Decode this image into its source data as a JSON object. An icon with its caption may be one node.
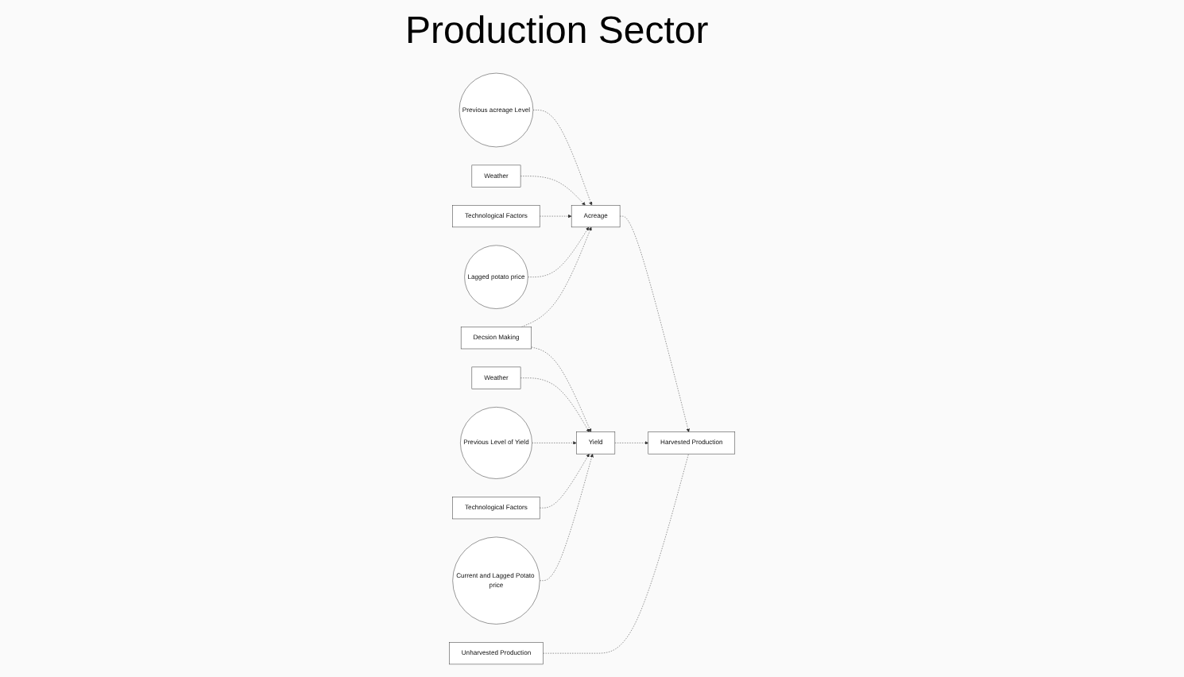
{
  "diagram": {
    "title": "Production Sector",
    "nodes": [
      {
        "text": [
          "Previous acreage Level"
        ]
      },
      {
        "text": [
          "Weather"
        ]
      },
      {
        "text": [
          "Decsion Making"
        ]
      },
      {
        "text": [
          "Weather"
        ]
      },
      {
        "text": [
          "Previous Level of Yield"
        ]
      },
      {
        "text": [
          "Technological Factors"
        ]
      },
      {
        "text": [
          "Acreage"
        ]
      },
      {
        "text": [
          "Yield"
        ]
      },
      {
        "text": [
          "Technological Factors"
        ]
      },
      {
        "text": [
          "Lagged potato price"
        ]
      },
      {
        "text": [
          "Unharvested Production"
        ]
      },
      {
        "text": [
          "Harvested Production"
        ]
      },
      {
        "text": [
          "Current and Lagged Potato price"
        ]
      }
    ],
    "edges": [
      {
        "from": 0,
        "to": 6,
        "arrow": "to",
        "style": "dashed"
      },
      {
        "from": 1,
        "to": 6,
        "arrow": "to",
        "style": "dashed"
      },
      {
        "from": 5,
        "to": 6,
        "arrow": "to",
        "style": "dashed"
      },
      {
        "from": 9,
        "to": 6,
        "arrow": "to",
        "style": "dashed"
      },
      {
        "from": 2,
        "to": 6,
        "arrow": "to",
        "style": "dashed"
      },
      {
        "from": 2,
        "to": 7,
        "arrow": "to",
        "style": "dashed"
      },
      {
        "from": 3,
        "to": 7,
        "arrow": "to",
        "style": "dashed"
      },
      {
        "from": 4,
        "to": 7,
        "arrow": "to",
        "style": "dashed"
      },
      {
        "from": 8,
        "to": 7,
        "arrow": "to",
        "style": "dashed"
      },
      {
        "from": 12,
        "to": 7,
        "arrow": "to",
        "style": "dashed"
      },
      {
        "from": 6,
        "to": 11,
        "arrow": "to",
        "style": "dashed"
      },
      {
        "from": 7,
        "to": 11,
        "arrow": "to",
        "style": "dashed"
      },
      {
        "from": 10,
        "to": 11,
        "arrow": "none",
        "style": "dashed"
      }
    ]
  }
}
